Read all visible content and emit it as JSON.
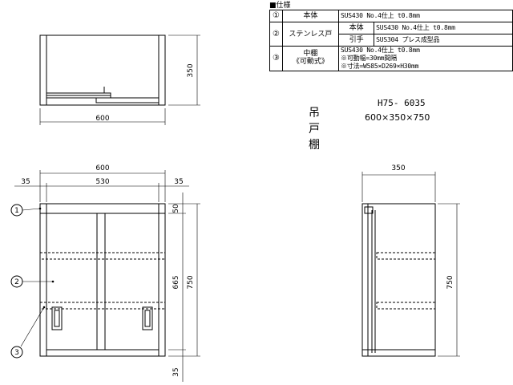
{
  "spec_table": {
    "heading": "■仕様",
    "rows": [
      {
        "num": "①",
        "name": "本体",
        "value": "SUS430 No.4仕上 t0.8mm"
      },
      {
        "num": "②",
        "name": "ステンレス戸",
        "sub": [
          {
            "label": "本体",
            "value": "SUS430 No.4仕上 t0.8mm"
          },
          {
            "label": "引手",
            "value": "SUS304 プレス成型品"
          }
        ]
      },
      {
        "num": "③",
        "name_lines": [
          "中棚",
          "《可動式》"
        ],
        "value_lines": [
          "SUS430 No.4仕上 t0.8mm",
          "※可動幅=30mm間隔",
          "※寸法=W585×D269×H30mm"
        ]
      }
    ]
  },
  "product": {
    "name": "吊戸棚",
    "model": "H75- 6035",
    "size": "600×350×750"
  },
  "top_view": {
    "width": "600",
    "depth": "350"
  },
  "front_view": {
    "width": "600",
    "left_margin": "35",
    "inner": "530",
    "right_margin": "35",
    "top": "50",
    "opening": "665",
    "height": "750",
    "bottom": "35"
  },
  "side_view": {
    "depth": "350",
    "height": "750"
  },
  "callouts": [
    "1",
    "2",
    "3"
  ]
}
